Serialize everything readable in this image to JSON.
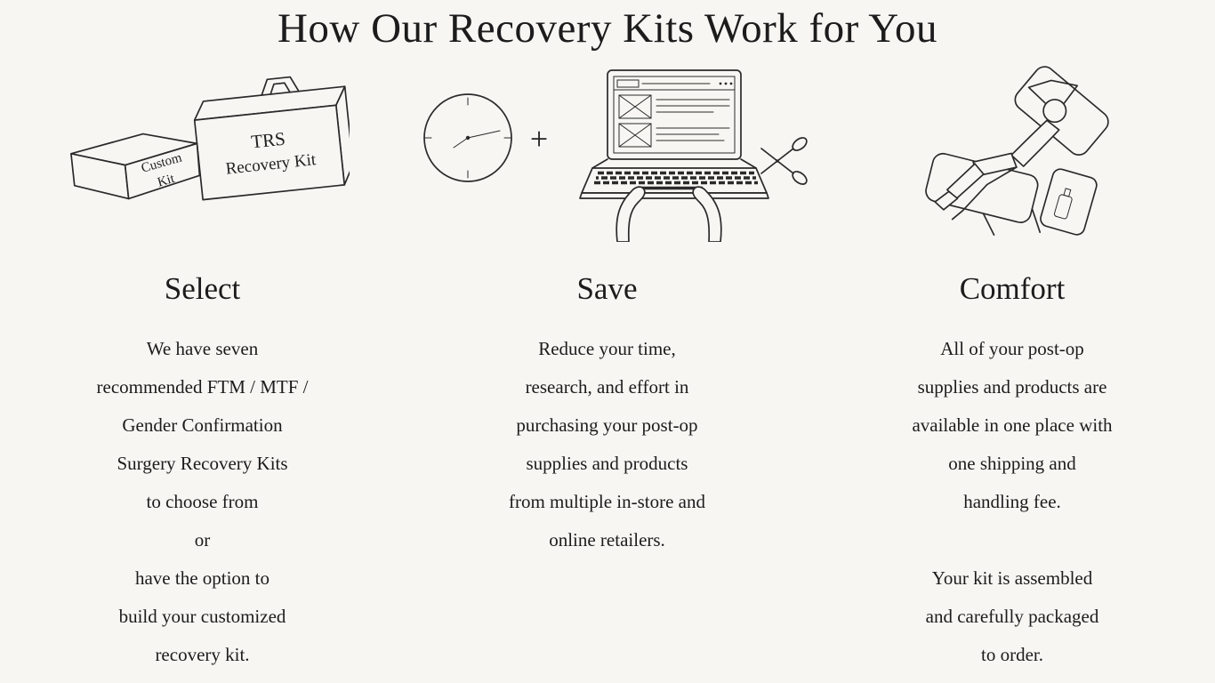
{
  "page": {
    "title": "How Our Recovery Kits Work for You",
    "background_color": "#f7f6f3",
    "text_color": "#1c1c1c"
  },
  "columns": [
    {
      "heading": "Select",
      "icon": "recovery-kit-boxes-illustration",
      "lines": [
        "We have seven",
        "recommended FTM / MTF /",
        "Gender Confirmation",
        "Surgery Recovery Kits",
        "to choose from",
        "or",
        "have the option to",
        "build your customized",
        "recovery kit."
      ]
    },
    {
      "heading": "Save",
      "icon": "clock-plus-laptop-illustration",
      "lines": [
        "Reduce your time,",
        "research, and effort in",
        "purchasing your post-op",
        "supplies and products",
        "from multiple in-store and",
        "online retailers."
      ]
    },
    {
      "heading": "Comfort",
      "icon": "recliner-person-illustration",
      "lines": [
        "All of your post-op",
        "supplies and products are",
        "available in one place with",
        "one shipping and",
        "handling fee.",
        "",
        "Your kit is assembled",
        "and carefully packaged",
        "to order."
      ]
    }
  ],
  "illustrations": {
    "select": {
      "custom_box_line1": "Custom",
      "custom_box_line2": "Kit",
      "trs_box_line1": "TRS",
      "trs_box_line2": "Recovery Kit"
    },
    "save": {
      "plus_sign": "+"
    }
  }
}
